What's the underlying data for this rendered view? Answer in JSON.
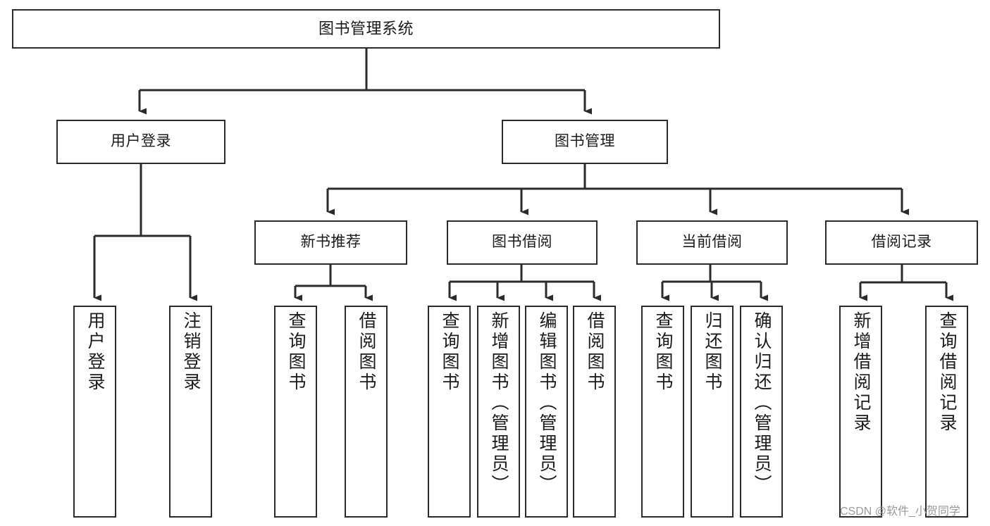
{
  "diagram": {
    "title": "图书管理系统",
    "type": "tree-hierarchy",
    "stroke_color": "#2b2b2b",
    "background_color": "#ffffff",
    "nodes": {
      "root": {
        "label": "图书管理系统"
      },
      "level2": [
        {
          "id": "user-login",
          "label": "用户登录"
        },
        {
          "id": "book-management",
          "label": "图书管理"
        }
      ],
      "level3": [
        {
          "id": "new-book-recommend",
          "label": "新书推荐"
        },
        {
          "id": "book-borrow",
          "label": "图书借阅"
        },
        {
          "id": "current-borrow",
          "label": "当前借阅"
        },
        {
          "id": "borrow-record",
          "label": "借阅记录"
        }
      ],
      "leaves": [
        {
          "id": "leaf-user-login",
          "label": "用户登录",
          "parent": "user-login"
        },
        {
          "id": "leaf-logout",
          "label": "注销登录",
          "parent": "user-login"
        },
        {
          "id": "leaf-query-book-1",
          "label": "查询图书",
          "parent": "new-book-recommend"
        },
        {
          "id": "leaf-borrow-book-1",
          "label": "借阅图书",
          "parent": "new-book-recommend"
        },
        {
          "id": "leaf-query-book-2",
          "label": "查询图书",
          "parent": "book-borrow"
        },
        {
          "id": "leaf-add-book",
          "label": "新增图书（管理员）",
          "parent": "book-borrow"
        },
        {
          "id": "leaf-edit-book",
          "label": "编辑图书（管理员）",
          "parent": "book-borrow"
        },
        {
          "id": "leaf-borrow-book-2",
          "label": "借阅图书",
          "parent": "book-borrow"
        },
        {
          "id": "leaf-query-book-3",
          "label": "查询图书",
          "parent": "current-borrow"
        },
        {
          "id": "leaf-return-book",
          "label": "归还图书",
          "parent": "current-borrow"
        },
        {
          "id": "leaf-confirm-return",
          "label": "确认归还（管理员）",
          "parent": "current-borrow"
        },
        {
          "id": "leaf-add-record",
          "label": "新增借阅记录",
          "parent": "borrow-record"
        },
        {
          "id": "leaf-query-record",
          "label": "查询借阅记录",
          "parent": "borrow-record"
        }
      ]
    }
  },
  "watermark": {
    "text": "CSDN @软件_小贺同学"
  }
}
